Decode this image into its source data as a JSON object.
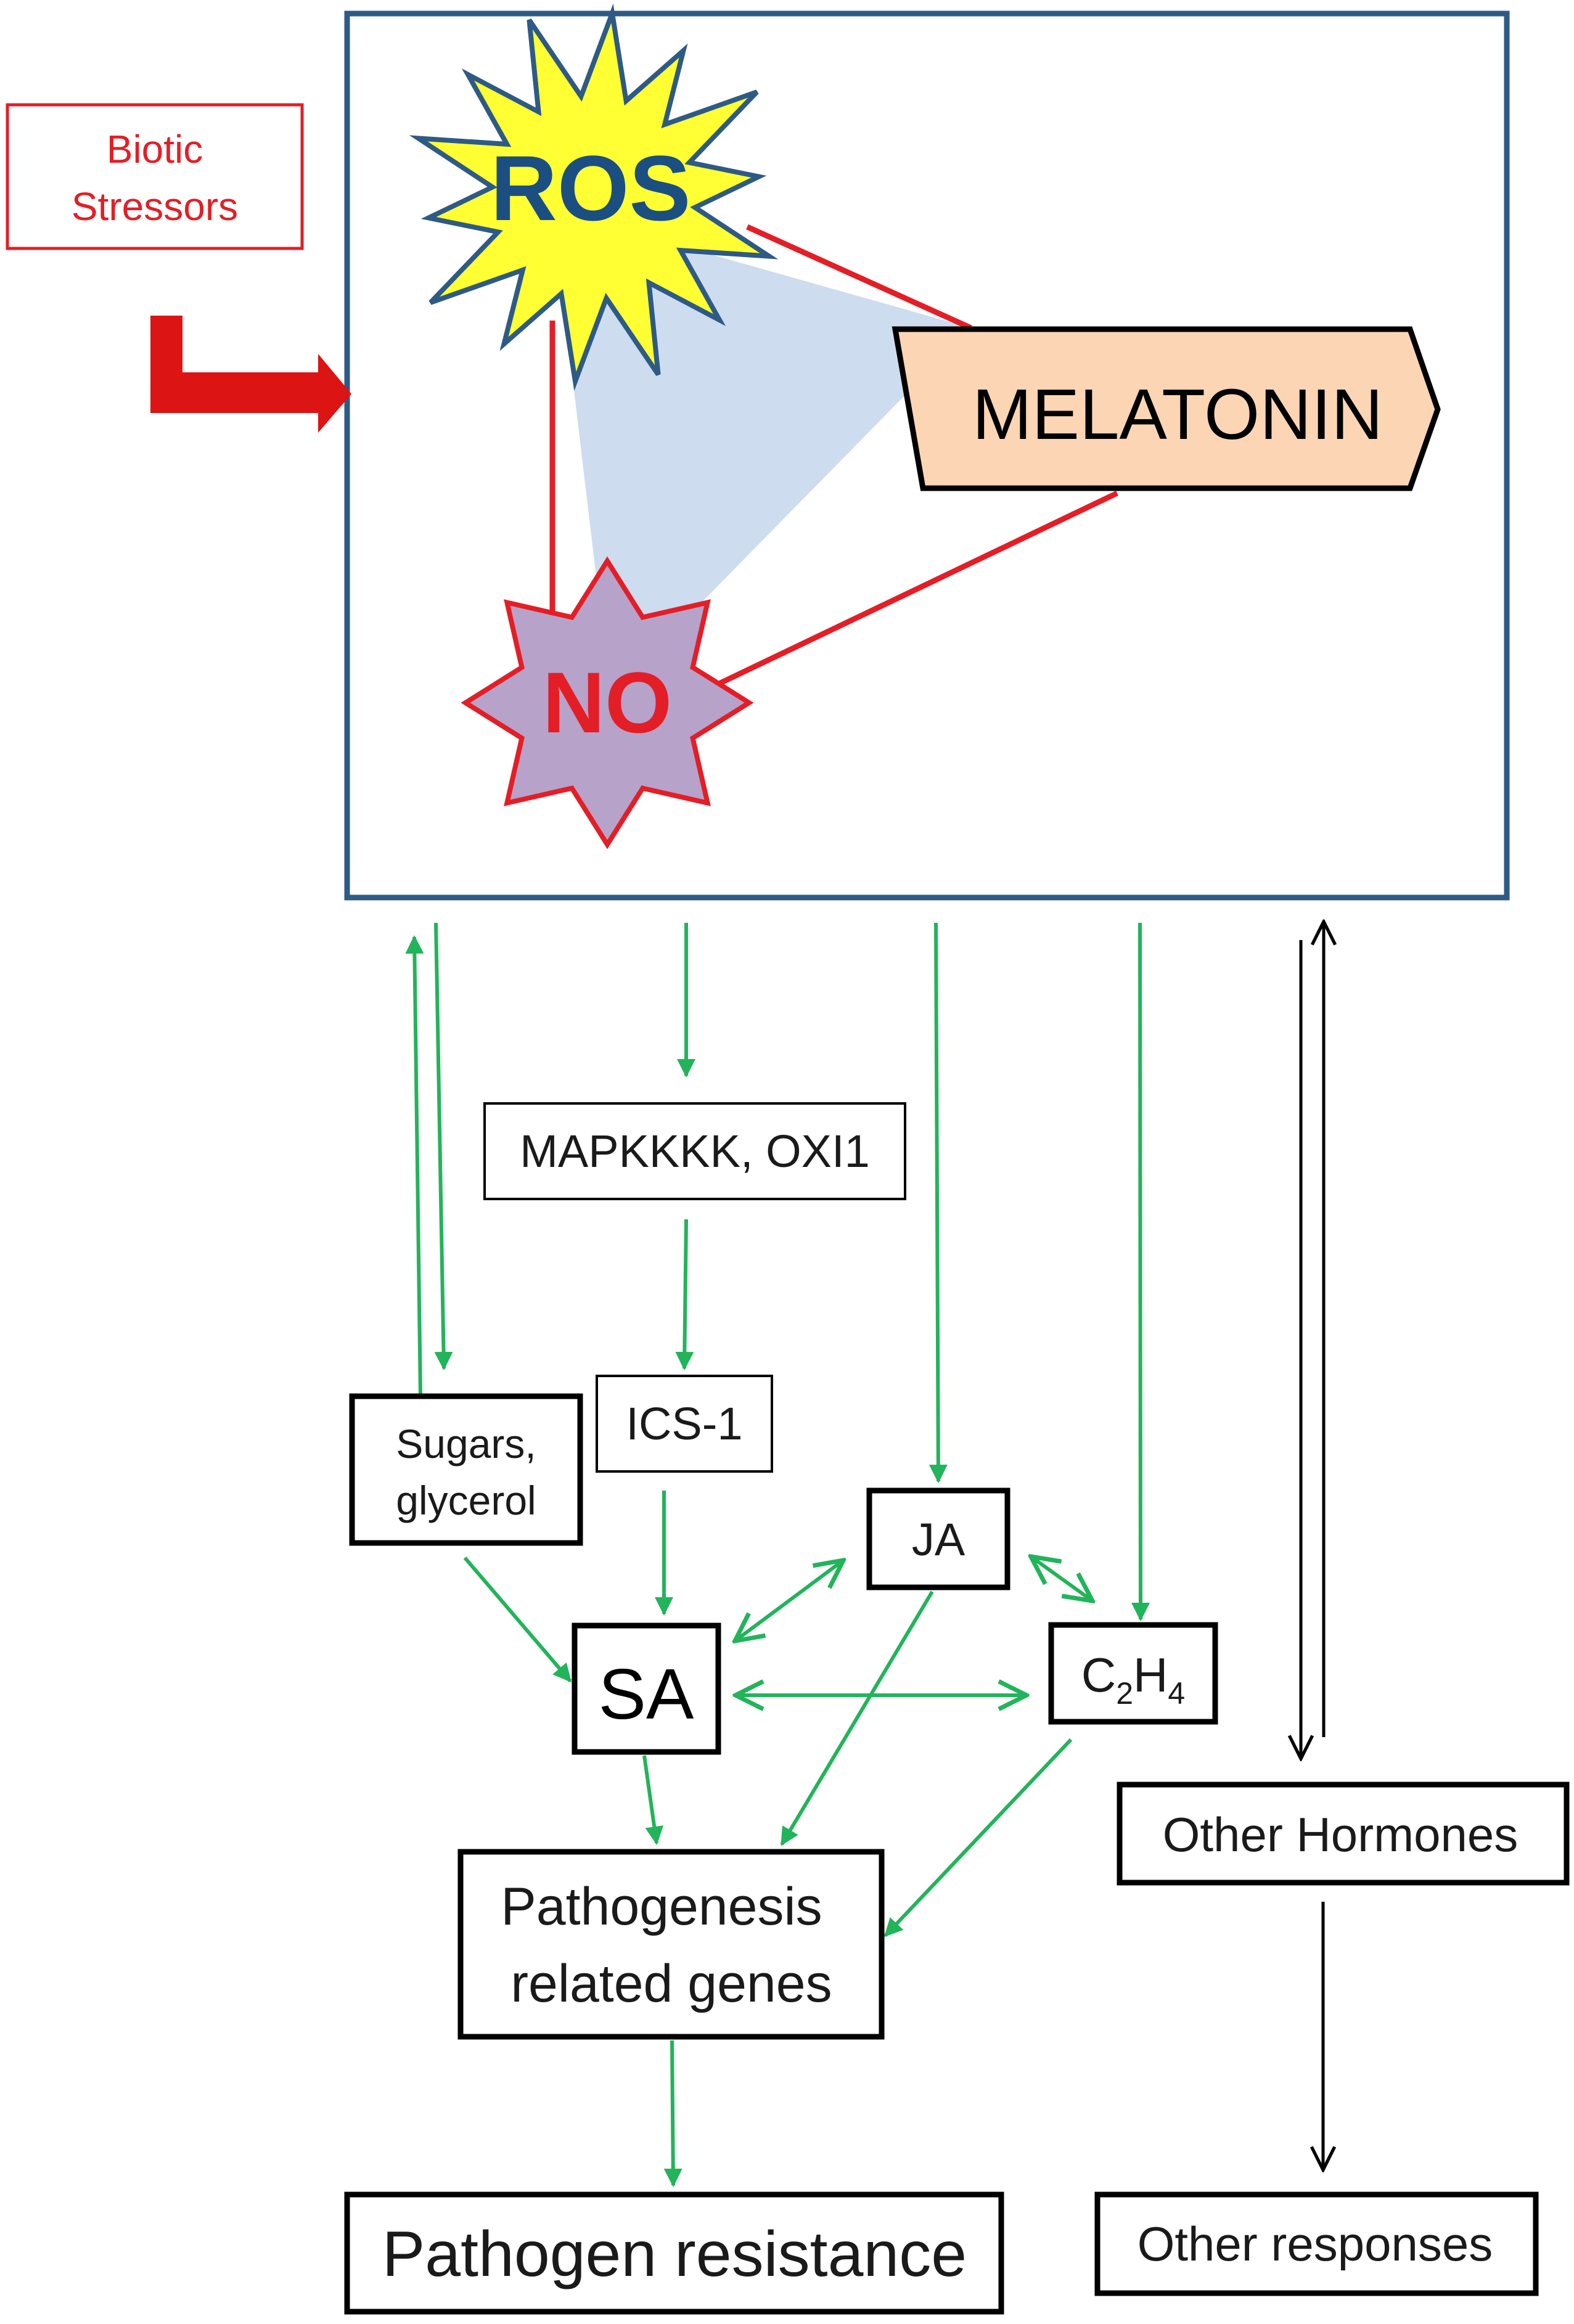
{
  "diagram": {
    "stressor": {
      "line1": "Biotic",
      "line2": "Stressors"
    },
    "ros": "ROS",
    "no": "NO",
    "melatonin": "MELATONIN",
    "mapkkkk": "MAPKKKK, OXI1",
    "ics1": "ICS-1",
    "sugars": {
      "line1": "Sugars,",
      "line2": "glycerol"
    },
    "ja": "JA",
    "sa": "SA",
    "c2h4": {
      "c": "C",
      "sub1": "2",
      "h": "H",
      "sub2": "4"
    },
    "pr_genes": {
      "line1": "Pathogenesis",
      "line2": "related genes"
    },
    "other_hormones": "Other Hormones",
    "pathogen_resistance": "Pathogen resistance",
    "other_responses": "Other responses"
  },
  "colors": {
    "green_arrow": "#22b45a",
    "red": "#e41e26",
    "frame_blue": "#2e5a86",
    "triangle_fill": "#cddcee",
    "ros_fill": "#ffff33",
    "ros_text": "#1b4f82",
    "no_fill": "#b7a2c9",
    "melatonin_fill": "#fcd5b5"
  }
}
